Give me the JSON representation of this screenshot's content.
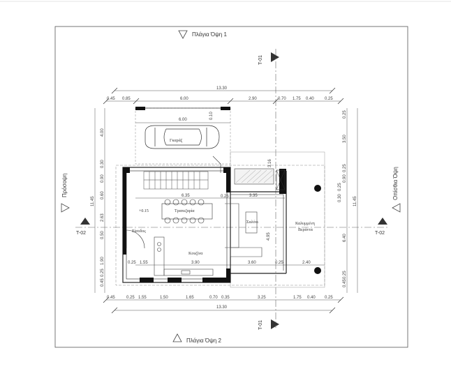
{
  "views": {
    "top": "Πλάγια Όψη 1",
    "bottom": "Πλάγια Όψη 2",
    "left": "Πρόσοψη",
    "right": "Οπίσθια Όψη"
  },
  "sections": {
    "t01_top": "T-01",
    "t01_bottom": "T-01",
    "t02_left": "T-02",
    "t02_right": "T-02"
  },
  "rooms": {
    "garage": "Γκαράζ",
    "dining": "Τραπεζαρία",
    "living": "Σαλόνι",
    "kitchen": "Κουζίνα",
    "entrance": "Είσοδος",
    "veranda_line1": "Καλυμμένη",
    "veranda_line2": "Βεράντα",
    "level": "+0.15"
  },
  "dims": {
    "top_total": "13.30",
    "top_parts": [
      "0.45",
      "0.85",
      "6.00",
      "2.90",
      "0.70",
      "1.75",
      "0.40",
      "0.25"
    ],
    "garage_width": "6.00",
    "mid_635": "6.35",
    "mid_335": "3.35",
    "bottom_total": "13.30",
    "bottom_parts": [
      "0.45",
      "0.25",
      "1.55",
      "1.50",
      "1.65",
      "0.70",
      "0.35",
      "3.25",
      "1.75",
      "0.40",
      "0.25"
    ],
    "inner_bottom": [
      "0.25",
      "1.55",
      "3.90",
      "3.60",
      "0.25",
      "2.40"
    ],
    "left_total": "11.45",
    "left_parts": [
      "4.00",
      "0.30",
      "0.90",
      "0.60",
      "2.63",
      "0.50",
      "1.90",
      "0.25",
      "0.45"
    ],
    "right_total": "11.45",
    "right_parts": [
      "0.25",
      "3.50",
      "0.25",
      "0.90",
      "0.25",
      "0.30",
      "6.40",
      "0.25",
      "0.45"
    ],
    "inner_025": "0.25",
    "inner_495": "4.95",
    "inner_010": "0.10",
    "inner_316": "3.16"
  }
}
